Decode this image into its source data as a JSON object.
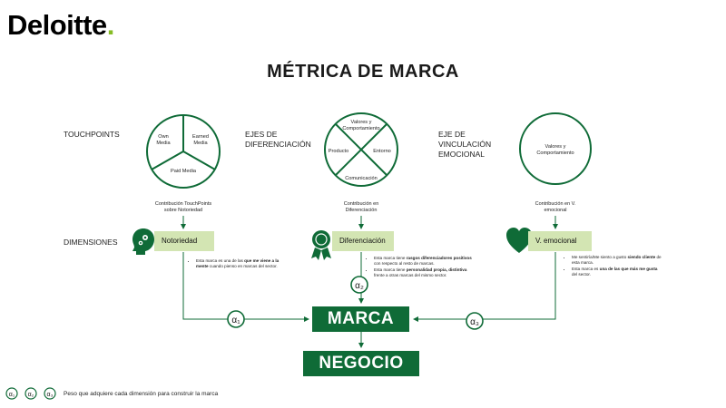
{
  "brand": {
    "logo_text": "Deloitte",
    "logo_dot": "."
  },
  "title": "MÉTRICA DE MARCA",
  "row_labels": {
    "touchpoints": "TOUCHPOINTS",
    "dimensions": "DIMENSIONES"
  },
  "axes": {
    "diferenciacion": {
      "line1": "EJES DE",
      "line2": "DIFERENCIACIÓN"
    },
    "vinculacion": {
      "line1": "EJE DE",
      "line2": "VINCULACIÓN",
      "line3": "EMOCIONAL"
    }
  },
  "circles": {
    "touchpoints": {
      "own_1": "Own",
      "own_2": "Media",
      "earned_1": "Earned",
      "earned_2": "Media",
      "paid": "Paid Media"
    },
    "diferenciacion": {
      "top_1": "Valores y",
      "top_2": "Comportamiento",
      "left": "Producto",
      "right": "Entorno",
      "bottom": "Comunicación"
    },
    "emocional": {
      "line1": "Valores y",
      "line2": "Comportamiento"
    }
  },
  "contributions": {
    "notoriedad": {
      "line1": "Contribución TouchPoints",
      "line2": "sobre Notoriedad"
    },
    "diferenciacion": {
      "line1": "Contribución en",
      "line2": "Diferenciación"
    },
    "emocional": {
      "line1": "Contribución en V.",
      "line2": "emocional"
    }
  },
  "dimensions": {
    "notoriedad": "Notoriedad",
    "diferenciacion": "Diferenciación",
    "emocional": "V. emocional"
  },
  "bullets": {
    "notoriedad": {
      "a": "Esta marca es una de las ",
      "b": "que me viene a la mente",
      "c": " cuando pienso en marcas del sector."
    },
    "diferenciacion": {
      "b1a": "Esta marca tiene ",
      "b1b": "rasgos diferenciadores positivos",
      "b1c": " con respecto al resto de marcas.",
      "b2a": "Esta marca tiene ",
      "b2b": "personalidad propia, distintiva",
      "b2c": " frente a otras marcas del mismo sector."
    },
    "emocional": {
      "b1a": "Me sentiría/Me siento a gusto ",
      "b1b": "siendo cliente",
      "b1c": " de esta marca.",
      "b2a": "Esta marca es ",
      "b2b": "una de las que más me gusta",
      "b2c": " del sector."
    }
  },
  "weights": {
    "a1": "α₁",
    "a2": "α₂",
    "a3": "α₃"
  },
  "outcomes": {
    "marca": "MARCA",
    "negocio": "NEGOCIO"
  },
  "legend": {
    "symbols": [
      "α₁",
      "α₂",
      "α₃"
    ],
    "text": "Peso que adquiere cada dimensión para construir la marca"
  },
  "colors": {
    "brand_green": "#0f6b37",
    "light_green": "#d3e5b3",
    "accent_green": "#86bc25"
  },
  "icons": {
    "notoriedad": "head-gears-icon",
    "diferenciacion": "award-ribbon-icon",
    "emocional": "heart-icon"
  }
}
